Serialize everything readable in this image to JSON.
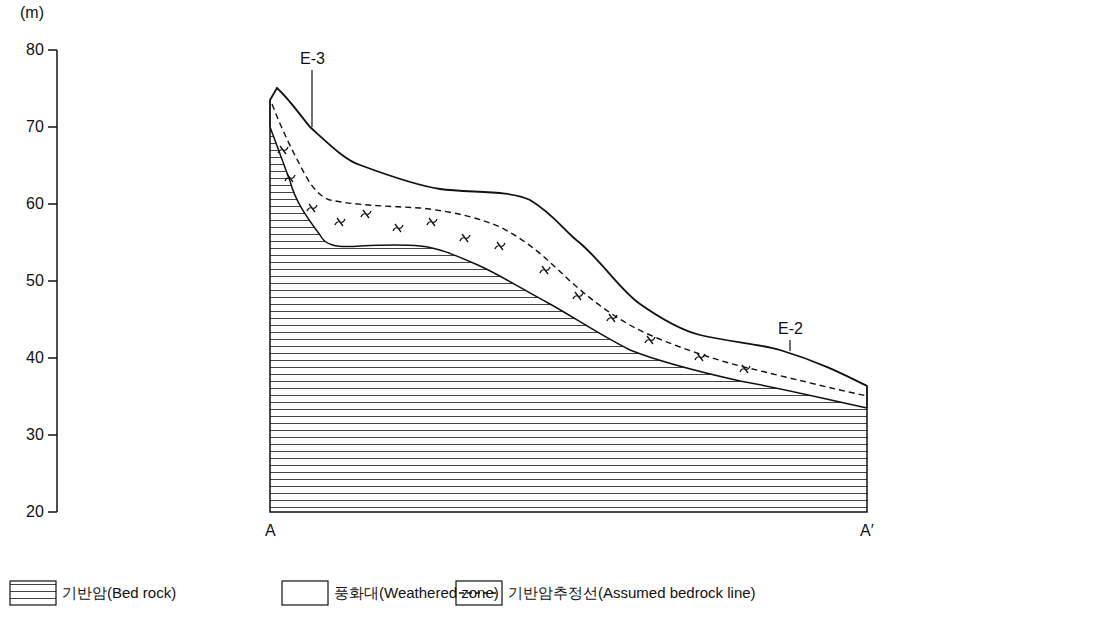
{
  "diagram": {
    "labels": [
      "(m)",
      "80",
      "70",
      "60",
      "50",
      "40",
      "30",
      "20",
      "A",
      "A′",
      "E-3",
      "E-2"
    ],
    "legend": [
      {
        "text": "기반암(Bed rock)"
      },
      {
        "text": "풍화대(Weathered zone)"
      },
      {
        "text": "기반암추정선(Assumed bedrock line)"
      }
    ]
  }
}
